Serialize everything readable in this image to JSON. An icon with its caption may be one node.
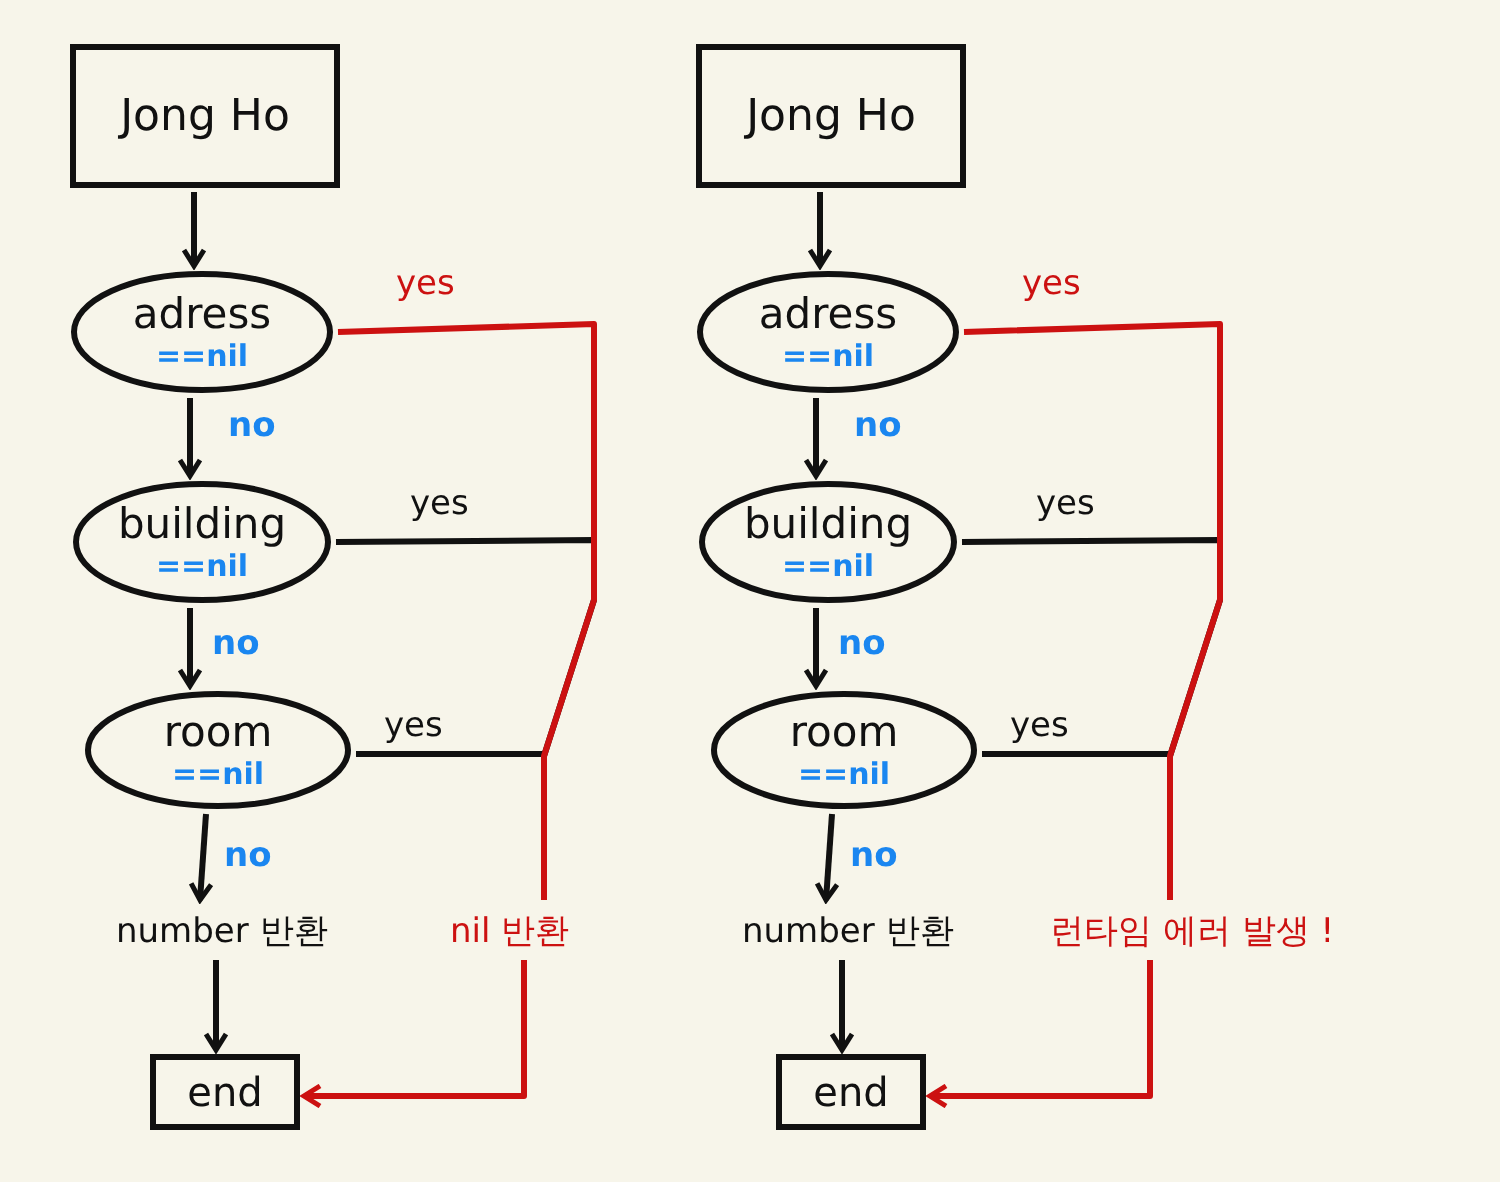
{
  "diagram": {
    "nodes": [
      {
        "text": [
          "Jong Ho"
        ]
      },
      {
        "text": [
          "adress",
          "==nil"
        ]
      },
      {
        "text": [
          "building",
          "==nil"
        ]
      },
      {
        "text": [
          "room",
          "==nil"
        ]
      },
      {
        "text": [
          "number 반환"
        ]
      },
      {
        "text": [
          "end"
        ]
      },
      {
        "text": [
          "nil 반환"
        ]
      },
      {
        "text": [
          "Jong Ho"
        ]
      },
      {
        "text": [
          "adress",
          "==nil"
        ]
      },
      {
        "text": [
          "building",
          "==nil"
        ]
      },
      {
        "text": [
          "room",
          "==nil"
        ]
      },
      {
        "text": [
          "number 반환"
        ]
      },
      {
        "text": [
          "end"
        ]
      },
      {
        "text": [
          "런타임 에러 발생 !"
        ]
      }
    ],
    "edges": [
      {
        "from": 0,
        "to": 1,
        "arrow": "to"
      },
      {
        "from": 1,
        "to": 2,
        "arrow": "to",
        "label": "no"
      },
      {
        "from": 2,
        "to": 3,
        "arrow": "to",
        "label": "no"
      },
      {
        "from": 3,
        "to": 4,
        "arrow": "to",
        "label": "no"
      },
      {
        "from": 4,
        "to": 5,
        "arrow": "to"
      },
      {
        "from": 1,
        "to": 6,
        "arrow": "none",
        "label": "yes",
        "color": "#cc1111"
      },
      {
        "from": 2,
        "to": 6,
        "arrow": "none",
        "label": "yes"
      },
      {
        "from": 3,
        "to": 6,
        "arrow": "none",
        "label": "yes"
      },
      {
        "from": 6,
        "to": 5,
        "arrow": "to",
        "color": "#cc1111"
      },
      {
        "from": 7,
        "to": 8,
        "arrow": "to"
      },
      {
        "from": 8,
        "to": 9,
        "arrow": "to",
        "label": "no"
      },
      {
        "from": 9,
        "to": 10,
        "arrow": "to",
        "label": "no"
      },
      {
        "from": 10,
        "to": 11,
        "arrow": "to",
        "label": "no"
      },
      {
        "from": 11,
        "to": 12,
        "arrow": "to"
      },
      {
        "from": 8,
        "to": 13,
        "arrow": "none",
        "label": "yes",
        "color": "#cc1111"
      },
      {
        "from": 9,
        "to": 13,
        "arrow": "none",
        "label": "yes"
      },
      {
        "from": 10,
        "to": 13,
        "arrow": "none",
        "label": "yes"
      },
      {
        "from": 13,
        "to": 12,
        "arrow": "to",
        "color": "#cc1111"
      }
    ]
  }
}
